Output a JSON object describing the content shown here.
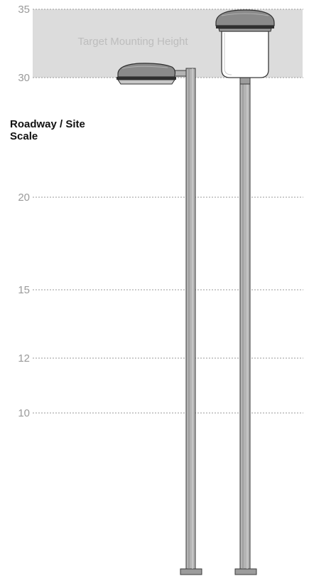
{
  "title": {
    "line1": "Roadway / Site",
    "line2": "Scale"
  },
  "target_band": {
    "label": "Target Mounting Height",
    "from": 30,
    "to": 35
  },
  "scale_ticks": [
    35,
    30,
    20,
    15,
    12,
    10
  ],
  "colors": {
    "band_fill": "#dcdcdc",
    "gridline": "#9a9a9a",
    "pole_fill": "#b4b4b4",
    "pole_stroke": "#3a3a3a",
    "fixture_dark": "#6e6e6e"
  },
  "fixtures": [
    {
      "name": "cobra-head-area-light",
      "mounting_height_ft": 30
    },
    {
      "name": "post-top-acorn-light",
      "mounting_height_ft": 30
    }
  ]
}
